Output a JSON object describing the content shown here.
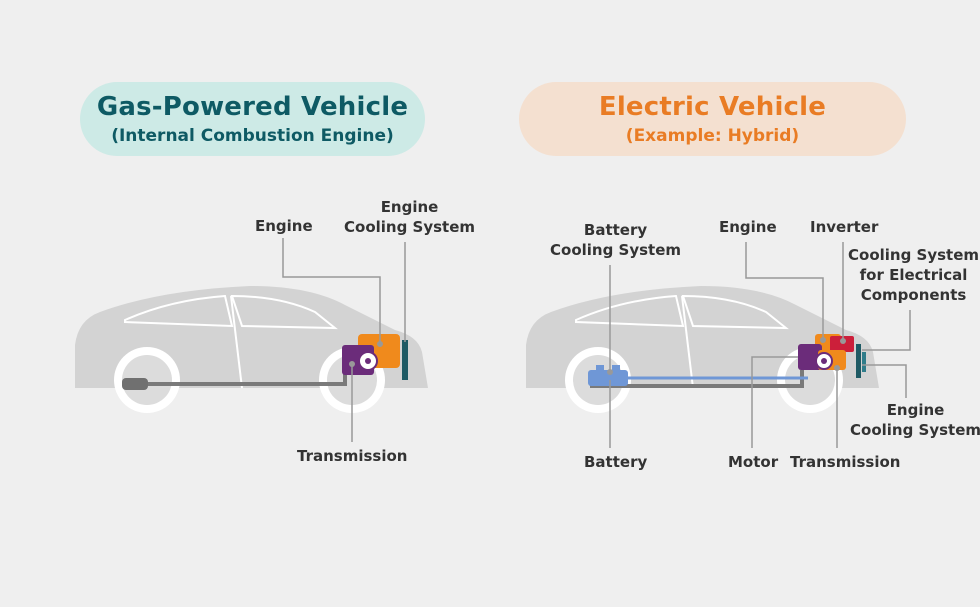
{
  "gas": {
    "title": "Gas-Powered Vehicle",
    "subtitle": "(Internal Combustion Engine)",
    "labels": {
      "engine": "Engine",
      "engine_cooling_1": "Engine",
      "engine_cooling_2": "Cooling System",
      "transmission": "Transmission"
    }
  },
  "ev": {
    "title": "Electric Vehicle",
    "subtitle": "(Example: Hybrid)",
    "labels": {
      "battery_cooling_1": "Battery",
      "battery_cooling_2": "Cooling System",
      "engine": "Engine",
      "inverter": "Inverter",
      "elec_cooling_1": "Cooling System",
      "elec_cooling_2": "for Electrical",
      "elec_cooling_3": "Components",
      "engine_cooling_1": "Engine",
      "engine_cooling_2": "Cooling System",
      "battery": "Battery",
      "motor": "Motor",
      "transmission": "Transmission"
    }
  },
  "colors": {
    "car_body": "#d3d3d3",
    "engine": "#f08a1c",
    "transmission": "#6b2c7a",
    "radiator": "#1e5a64",
    "battery": "#6f97d6",
    "inverter": "#cc1f3a",
    "leader": "#999999",
    "shaft": "#7a7a7a"
  }
}
